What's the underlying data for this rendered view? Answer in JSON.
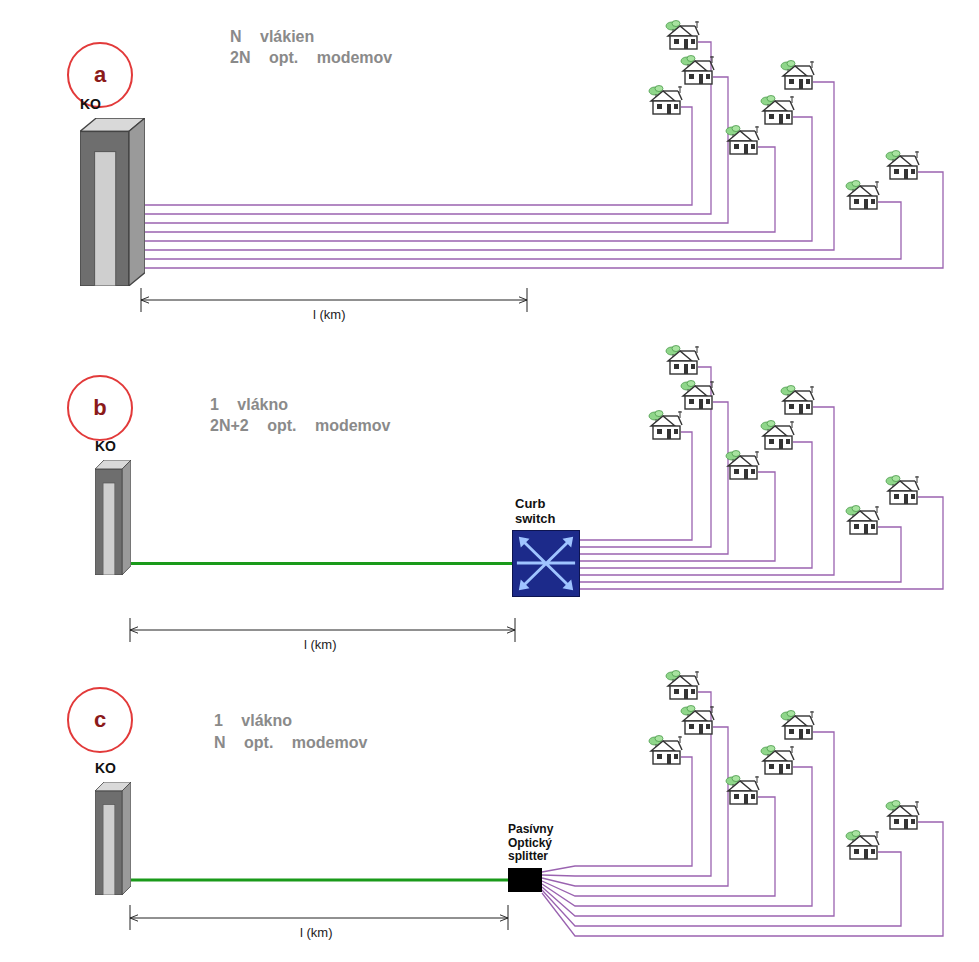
{
  "diagram": {
    "nodes": [
      {
        "text": [
          "a"
        ]
      },
      {
        "text": [
          "KO"
        ]
      },
      {
        "text": [
          "b"
        ]
      },
      {
        "text": [
          "KO"
        ]
      },
      {
        "text": [
          "Curb switch"
        ]
      },
      {
        "text": [
          "c"
        ]
      },
      {
        "text": [
          "KO"
        ]
      },
      {
        "text": [
          "Pasívny Optický splitter"
        ]
      }
    ],
    "edges": [
      {
        "from": 3,
        "to": 4,
        "arrow": "none"
      },
      {
        "from": 6,
        "to": 7,
        "arrow": "none"
      }
    ],
    "labels": [
      "N vlákien",
      "2N opt. modemov",
      "l (km)",
      "1 vlákno",
      "2N+2 opt. modemov",
      "l (km)",
      "1 vlákno",
      "N opt. modemov",
      "l (km)"
    ]
  }
}
